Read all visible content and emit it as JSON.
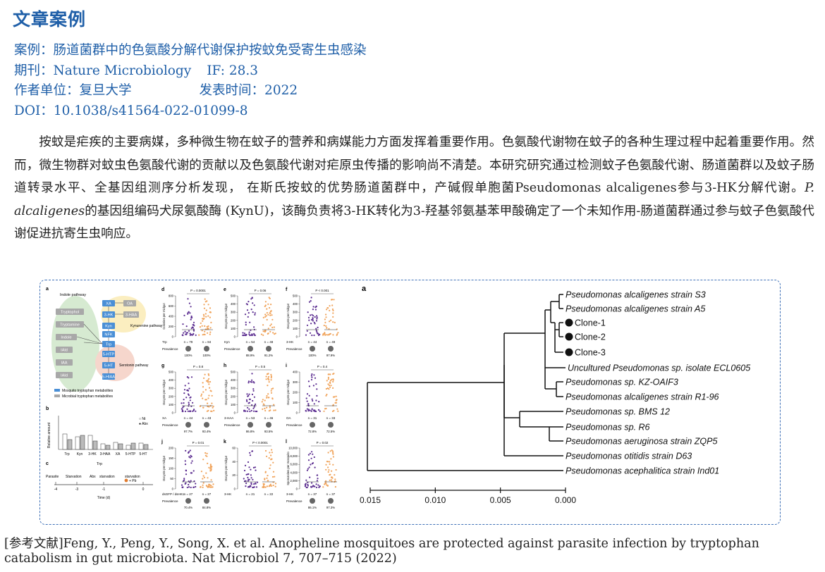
{
  "title": "文章案例",
  "meta": {
    "case_label": "案例：",
    "case_value": "肠道菌群中的色氨酸分解代谢保护按蚊免受寄生虫感染",
    "journal_label": "期刊：",
    "journal_value": "Nature Microbiology",
    "if_label": "IF:",
    "if_value": "28.3",
    "affil_label": "作者单位：",
    "affil_value": "复旦大学",
    "date_label": "发表时间：",
    "date_value": "2022",
    "doi_label": "DOI：",
    "doi_value": "10.1038/s41564-022-01099-8"
  },
  "paragraph": {
    "part1": "按蚊是疟疾的主要病媒，多种微生物在蚊子的营养和病媒能力方面发挥着重要作用。色氨酸代谢物在蚊子的各种生理过程中起着重要作用。然而，微生物群对蚊虫色氨酸代谢的贡献以及色氨酸代谢对疟原虫传播的影响尚不清楚。本研究研究通过检测蚊子色氨酸代谢、肠道菌群以及蚊子肠道转录水平、全基因组测序分析发现， 在斯氏按蚊的优势肠道菌群中，产碱假单胞菌Pseudomonas alcaligenes参与3-HK分解代谢。",
    "italic": "P. alcaligenes",
    "part2": "的基因组编码犬尿氨酸酶 (KynU)，该酶负责将3-HK转化为3-羟基邻氨基苯甲酸确定了一个未知作用-肠道菌群通过参与蚊子色氨酸代谢促进抗寄生虫响应。"
  },
  "figure": {
    "panel_a_left": {
      "label": "a",
      "nodes": [
        "Indole pathway",
        "Tryptophol",
        "Tryptamine",
        "Indole",
        "IAld",
        "IAA",
        "IAId",
        "XA",
        "OA",
        "3-HK",
        "Kyn",
        "NFK",
        "Trp",
        "3-HAA",
        "5-HTP",
        "5-HT",
        "5-HIAA",
        "Kynurenine pathway",
        "Serotonin pathway"
      ],
      "legend": [
        "Mosquito tryptophan metabolites",
        "Microbial tryptophan metabolites"
      ]
    },
    "panel_b": {
      "label": "b",
      "xlabels": [
        "Trp",
        "Kyn",
        "3-HK",
        "3-HAA",
        "XA",
        "5-HTP",
        "5-HT"
      ],
      "legend": [
        "Nt",
        "Abx"
      ],
      "ylabel": "Relative amount"
    },
    "panel_c": {
      "label": "c",
      "row": "Parasite",
      "phases": [
        "Starvation",
        "Abx",
        "starvation",
        "starvation"
      ],
      "top": "Trp",
      "xlabel": "Time (d)",
      "ticks": [
        "-4",
        "-3",
        "-1",
        "0"
      ],
      "note": "+ Pb"
    },
    "scatter_panels": [
      {
        "label": "d",
        "metab": "Trp",
        "n": [
          "n = 79",
          "n = 84"
        ],
        "prev": [
          "100%",
          "100%"
        ],
        "p": "P = 0.0001",
        "ylabel": "Colonies per midgut",
        "yticks": [
          "800",
          "600",
          "400",
          "200",
          "0"
        ]
      },
      {
        "label": "e",
        "metab": "Kyn",
        "n": [
          "n = 54",
          "n = 48"
        ],
        "prev": [
          "88.9%",
          "91.2%"
        ],
        "p": "P = 0.06",
        "ylabel": "Oocysts per midgut",
        "yticks": [
          "500",
          "400",
          "300",
          "200",
          "100",
          "0"
        ]
      },
      {
        "label": "f",
        "metab": "3-HK",
        "n": [
          "n = 44",
          "n = 49"
        ],
        "prev": [
          "100%",
          "97.9%"
        ],
        "p": "P < 0.001",
        "ylabel": "Oocysts per midgut",
        "yticks": [
          "500",
          "400",
          "300",
          "200",
          "100",
          "0"
        ]
      },
      {
        "label": "g",
        "metab": "XA",
        "n": [
          "n = 44",
          "n = 43"
        ],
        "prev": [
          "97.7%",
          "93.4%"
        ],
        "p": "P = 0.8",
        "ylabel": "Oocysts per midgut",
        "yticks": [
          "500",
          "400",
          "300",
          "200",
          "100",
          "0"
        ]
      },
      {
        "label": "h",
        "metab": "3-HAA",
        "n": [
          "n = 53",
          "n = 46"
        ],
        "prev": [
          "86.8%",
          "93.5%"
        ],
        "p": "P = 0.5",
        "ylabel": "Oocysts per midgut",
        "yticks": [
          "500",
          "400",
          "300",
          "200",
          "100",
          "0"
        ]
      },
      {
        "label": "i",
        "metab": "OA",
        "n": [
          "n = 31",
          "n = 33"
        ],
        "prev": [
          "72.8%",
          "72.5%"
        ],
        "p": "P = 0.4",
        "ylabel": "Oocysts per midgut",
        "yticks": [
          "400",
          "300",
          "200",
          "100",
          "0"
        ]
      },
      {
        "label": "j",
        "metab": "dsGFP / dsHK1",
        "n": [
          "n = 27",
          "n = 27"
        ],
        "prev": [
          "70.4%",
          "84.8%"
        ],
        "p": "P = 0.01",
        "ylabel": "Oocysts per midgut",
        "yticks": [
          "200",
          "150",
          "100",
          "50",
          "0"
        ]
      },
      {
        "label": "k",
        "metab": "3-HK",
        "n": [
          "n = 21",
          "n = 22"
        ],
        "prev": [
          "",
          ""
        ],
        "p": "P < 0.0001",
        "ylabel": "Oocysts per midgut",
        "yticks": [
          "60",
          "40",
          "20",
          "0"
        ]
      },
      {
        "label": "l",
        "metab": "3-HK",
        "n": [
          "n = 37",
          "n = 37"
        ],
        "prev": [
          "86.1%",
          "97.3%"
        ],
        "p": "P = 0.02",
        "ylabel": "Sporozoites per mosquito",
        "yticks": [
          "10,000",
          "8,000",
          "6,000",
          "4,000",
          "2,000",
          "0"
        ]
      }
    ],
    "prevalence_label": "Prevalence",
    "tree": {
      "label": "a",
      "taxa": [
        {
          "name": "Pseudomonas alcaligenes strain S3",
          "italic": true,
          "dot": false
        },
        {
          "name": "Pseudomonas alcaligenes strain A5",
          "italic": true,
          "dot": false
        },
        {
          "name": "Clone-1",
          "italic": false,
          "dot": true
        },
        {
          "name": "Clone-2",
          "italic": false,
          "dot": true
        },
        {
          "name": "Clone-3",
          "italic": false,
          "dot": true
        },
        {
          "name": "Uncultured Pseudomonas sp. isolate ECL0605",
          "italic": true,
          "dot": false
        },
        {
          "name": "Pseudomonas sp. KZ-OAIF3",
          "italic": true,
          "dot": false
        },
        {
          "name": "Pseudomonas alcaligenes strain R1-96",
          "italic": true,
          "dot": false
        },
        {
          "name": "Pseudomonas sp. BMS 12",
          "italic": true,
          "dot": false
        },
        {
          "name": "Pseudomonas sp. R6",
          "italic": true,
          "dot": false
        },
        {
          "name": "Pseudomonas aeruginosa strain ZQP5",
          "italic": true,
          "dot": false
        },
        {
          "name": "Pseudomonas otitidis strain D63",
          "italic": true,
          "dot": false
        },
        {
          "name": "Pseudomonas acephalitica strain Ind01",
          "italic": true,
          "dot": false
        }
      ],
      "scale_ticks": [
        "0.015",
        "0.010",
        "0.005",
        "0.000"
      ]
    }
  },
  "reference": "[参考文献]Feng, Y., Peng, Y., Song, X. et al. Anopheline mosquitoes are protected against parasite infection by tryptophan catabolism in gut microbiota. Nat Microbiol 7, 707–715 (2022)"
}
